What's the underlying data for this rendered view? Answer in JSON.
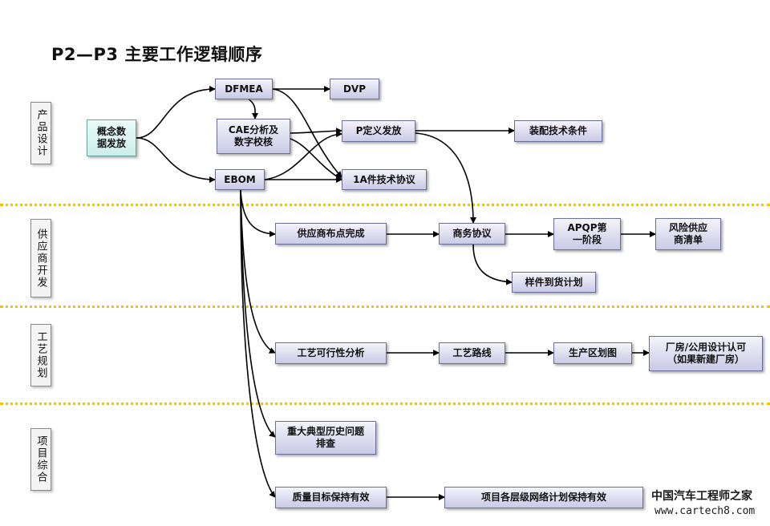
{
  "title": "P2—P3  主要工作逻辑顺序",
  "lanes": [
    "产品设计",
    "供应商开发",
    "工艺规划",
    "项目综合"
  ],
  "nodes": {
    "concept": "概念数\n据发放",
    "dfmea": "DFMEA",
    "dvp": "DVP",
    "cae": "CAE分析及\n数字校核",
    "pdef": "P定义发放",
    "assembly": "装配技术条件",
    "ebom": "EBOM",
    "tech1a": "1A件技术协议",
    "supplier_site": "供应商布点完成",
    "commercial": "商务协议",
    "apqp1": "APQP第\n一阶段",
    "risk_list": "风险供应\n商清单",
    "sample_plan": "样件到货计划",
    "feasibility": "工艺可行性分析",
    "route": "工艺路线",
    "layout": "生产区划图",
    "plant": "厂房/公用设计认可\n（如果新建厂房）",
    "history": "重大典型历史问题\n排查",
    "quality": "质量目标保持有效",
    "network": "项目各层级网络计划保持有效"
  },
  "watermark": {
    "line1": "中国汽车工程师之家",
    "line2": "www.cartech8.com"
  }
}
